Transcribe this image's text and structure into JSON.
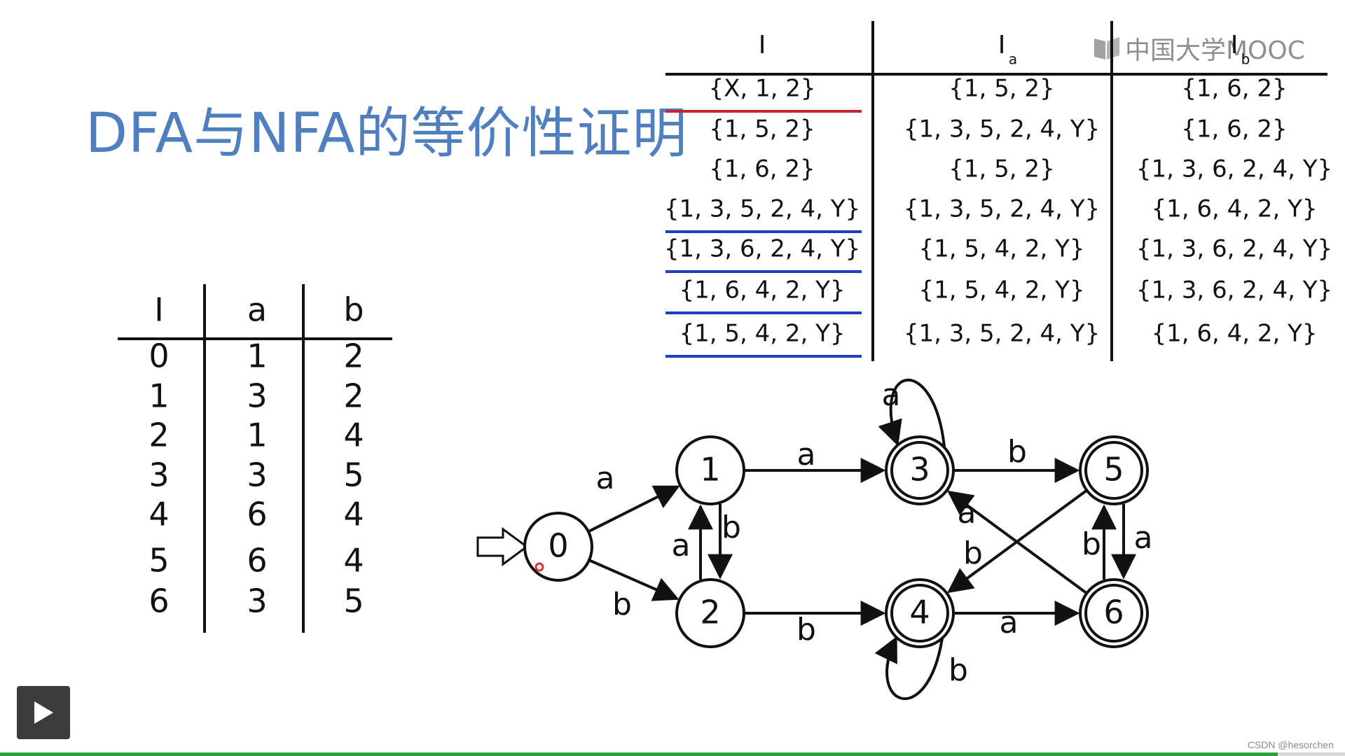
{
  "slide": {
    "title": "DFA与NFA的等价性证明",
    "logo_text": "中国大学MOOC"
  },
  "subset_table": {
    "headers": [
      "I",
      "I",
      "I"
    ],
    "subscripts": [
      "",
      "a",
      "b"
    ],
    "rows": [
      [
        "{X, 1, 2}",
        "{1, 5, 2}",
        "{1, 6, 2}"
      ],
      [
        "{1, 5, 2}",
        "{1, 3, 5, 2, 4, Y}",
        "{1, 6, 2}"
      ],
      [
        "{1, 6, 2}",
        "{1, 5, 2}",
        "{1, 3, 6, 2, 4, Y}"
      ],
      [
        "{1, 3, 5, 2, 4, Y}",
        "{1, 3, 5, 2, 4, Y}",
        "{1, 6, 4, 2, Y}"
      ],
      [
        "{1, 3, 6, 2, 4, Y}",
        "{1, 5, 4, 2, Y}",
        "{1, 3, 6, 2, 4, Y}"
      ],
      [
        "{1, 6, 4, 2, Y}",
        "{1, 5, 4, 2, Y}",
        "{1, 3, 6, 2, 4, Y}"
      ],
      [
        "{1, 5, 4, 2, Y}",
        "{1, 3, 5, 2, 4, Y}",
        "{1, 6, 4, 2, Y}"
      ]
    ],
    "underline_colors": [
      "#c0282d",
      "",
      "",
      "#1f3fbf",
      "#1f3fbf",
      "#1f3fbf",
      "#1f3fbf"
    ]
  },
  "state_table": {
    "headers": [
      "I",
      "a",
      "b"
    ],
    "rows": [
      [
        "0",
        "1",
        "2"
      ],
      [
        "1",
        "3",
        "2"
      ],
      [
        "2",
        "1",
        "4"
      ],
      [
        "3",
        "3",
        "5"
      ],
      [
        "4",
        "6",
        "4"
      ],
      [
        "5",
        "6",
        "4"
      ],
      [
        "6",
        "3",
        "5"
      ]
    ]
  },
  "dfa": {
    "states": [
      "0",
      "1",
      "2",
      "3",
      "4",
      "5",
      "6"
    ],
    "accepting": [
      "3",
      "4",
      "5",
      "6"
    ],
    "start": "0",
    "transitions": [
      {
        "from": "0",
        "to": "1",
        "label": "a"
      },
      {
        "from": "0",
        "to": "2",
        "label": "b"
      },
      {
        "from": "1",
        "to": "3",
        "label": "a"
      },
      {
        "from": "1",
        "to": "2",
        "label": "b"
      },
      {
        "from": "2",
        "to": "1",
        "label": "a"
      },
      {
        "from": "2",
        "to": "4",
        "label": "b"
      },
      {
        "from": "3",
        "to": "3",
        "label": "a"
      },
      {
        "from": "3",
        "to": "5",
        "label": "b"
      },
      {
        "from": "4",
        "to": "4",
        "label": "b"
      },
      {
        "from": "4",
        "to": "6",
        "label": "a"
      },
      {
        "from": "5",
        "to": "4",
        "label": "b"
      },
      {
        "from": "5",
        "to": "6",
        "label": "a"
      },
      {
        "from": "6",
        "to": "3",
        "label": "a"
      },
      {
        "from": "6",
        "to": "5",
        "label": "b"
      }
    ]
  },
  "player": {
    "play_icon": "play-icon",
    "progress": 0.95,
    "watermark": "CSDN @hesorchen",
    "accent_color": "#2e9e3a"
  }
}
